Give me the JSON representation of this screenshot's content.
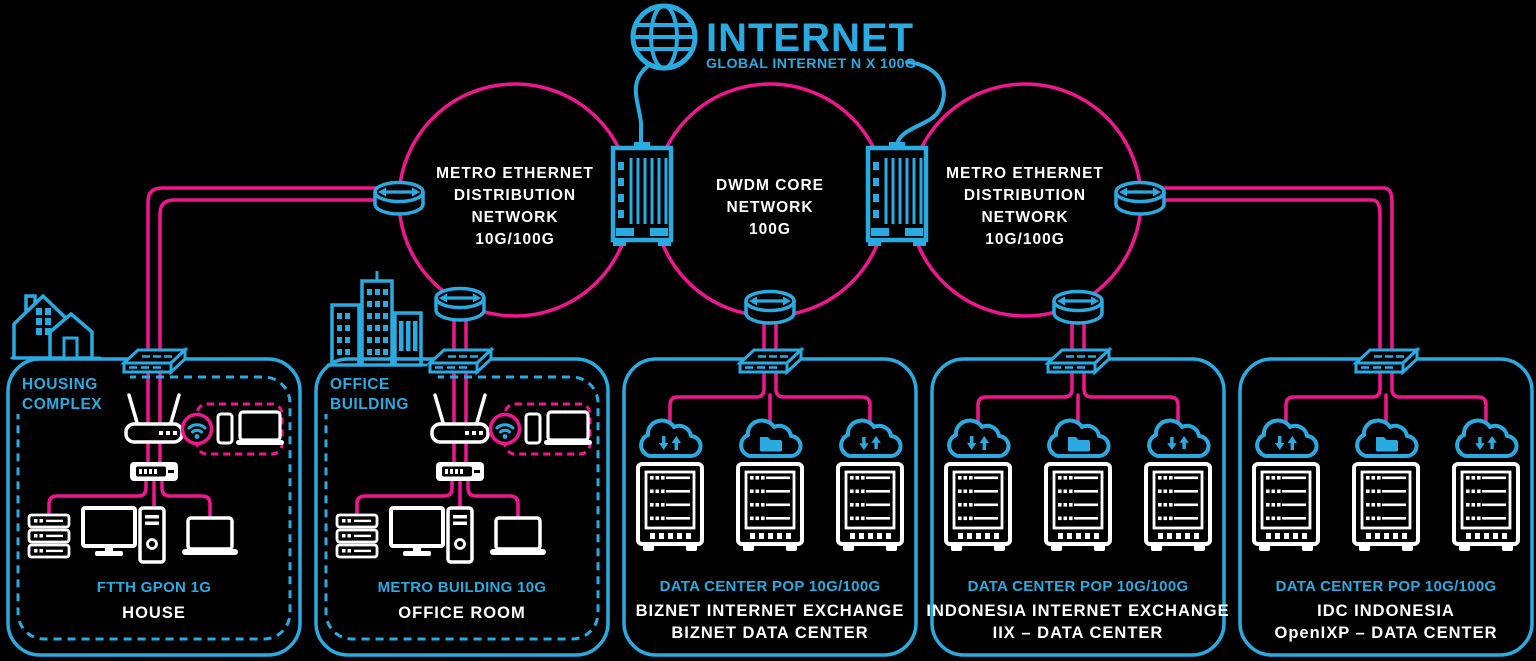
{
  "colors": {
    "accent_blue": "#29ABE2",
    "accent_magenta": "#F0168F",
    "text_white": "#FFFFFF",
    "background": "#000000"
  },
  "header": {
    "title": "INTERNET",
    "subtitle": "GLOBAL INTERNET N X 100G"
  },
  "rings": [
    {
      "name": "metro-ethernet-distribution-left",
      "lines": [
        "METRO ETHERNET",
        "DISTRIBUTION",
        "NETWORK",
        "10G/100G"
      ]
    },
    {
      "name": "dwdm-core",
      "lines": [
        "DWDM CORE",
        "NETWORK",
        "100G"
      ]
    },
    {
      "name": "metro-ethernet-distribution-right",
      "lines": [
        "METRO ETHERNET",
        "DISTRIBUTION",
        "NETWORK",
        "10G/100G"
      ]
    }
  ],
  "sites": [
    {
      "name": "housing-complex",
      "label": [
        "HOUSING",
        "COMPLEX"
      ],
      "link_caption": "FTTH GPON 1G",
      "title": [
        "HOUSE"
      ]
    },
    {
      "name": "office-building",
      "label": [
        "OFFICE",
        "BUILDING"
      ],
      "link_caption": "METRO BUILDING 10G",
      "title": [
        "OFFICE ROOM"
      ]
    },
    {
      "name": "biznet-internet-exchange",
      "link_caption": "DATA CENTER POP 10G/100G",
      "title": [
        "BIZNET INTERNET EXCHANGE",
        "BIZNET DATA CENTER"
      ]
    },
    {
      "name": "indonesia-internet-exchange",
      "link_caption": "DATA CENTER POP 10G/100G",
      "title": [
        "INDONESIA INTERNET EXCHANGE",
        "IIX – DATA CENTER"
      ]
    },
    {
      "name": "idc-indonesia-openixp",
      "link_caption": "DATA CENTER POP 10G/100G",
      "title": [
        "IDC INDONESIA",
        "OpenIXP – DATA CENTER"
      ]
    }
  ],
  "icons": {
    "globe": "globe-grid",
    "router": "cylinder-with-arrows",
    "switch": "3d-switch-slab",
    "pop_building": "telecom-building-tower",
    "house": "house-outline",
    "city": "city-buildings-outline",
    "cloud_transfer": "cloud-with-updown-arrows",
    "cloud_folder": "cloud-with-folder",
    "cloud_sync": "cloud-with-sync-arrows",
    "server_rack": "rack-cabinet",
    "nas": "stacked-drive-shelf",
    "desktop": "monitor-and-tower",
    "laptop": "laptop",
    "phone": "smartphone",
    "wifi": "wifi-signal-fan",
    "wifi_router": "wireless-router-antennas",
    "ont": "modem-ont"
  }
}
